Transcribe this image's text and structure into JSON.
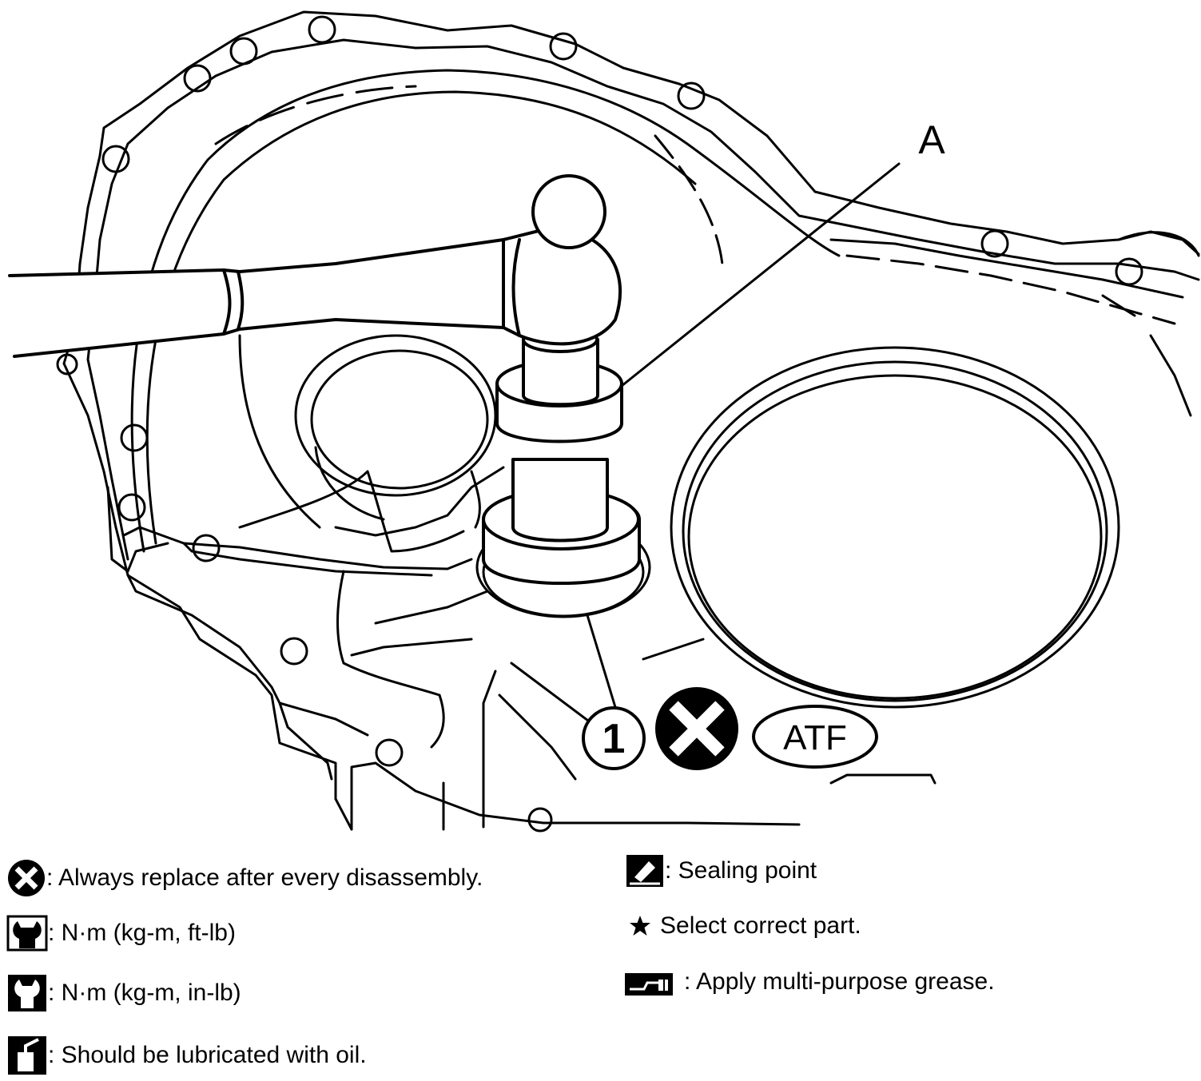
{
  "diagram": {
    "callout_letter": "A",
    "part_number": "1",
    "fluid_badge": "ATF"
  },
  "legend": {
    "replace": {
      "icon": "replace-x-icon",
      "text": ": Always replace after every disassembly."
    },
    "torque_ft": {
      "icon": "torque-wrench-icon",
      "text": ": N·m (kg-m, ft-lb)"
    },
    "torque_in": {
      "icon": "torque-wrench-filled-icon",
      "text": ": N·m (kg-m, in-lb)"
    },
    "lubricate": {
      "icon": "oil-can-icon",
      "text": ": Should be lubricated with oil."
    },
    "sealing": {
      "icon": "sealant-icon",
      "text": ": Sealing point"
    },
    "select": {
      "icon": "star-icon",
      "text": "Select correct part."
    },
    "grease": {
      "icon": "grease-icon",
      "text": ": Apply multi-purpose grease."
    }
  },
  "colors": {
    "ink": "#000000",
    "paper": "#ffffff"
  }
}
